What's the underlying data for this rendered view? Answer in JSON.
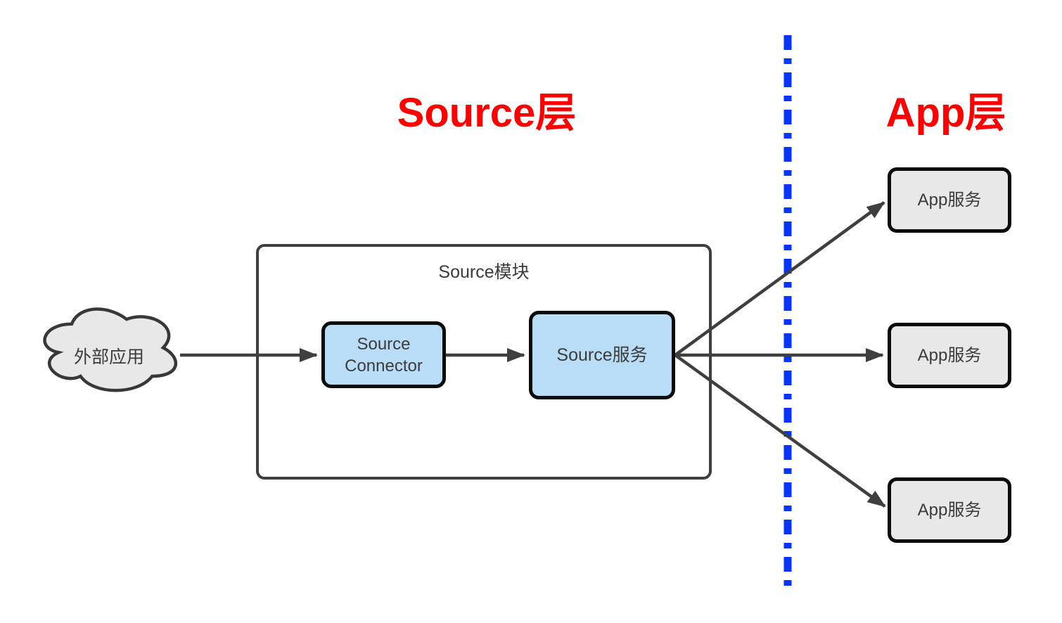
{
  "titles": {
    "source_layer": "Source层",
    "app_layer": "App层"
  },
  "cloud": {
    "label": "外部应用"
  },
  "source_module": {
    "label": "Source模块",
    "connector": {
      "label": "Source Connector",
      "lines": [
        "Source",
        "Connector"
      ]
    },
    "service": {
      "label": "Source服务"
    }
  },
  "app_services": [
    {
      "label": "App服务"
    },
    {
      "label": "App服务"
    },
    {
      "label": "App服务"
    }
  ],
  "colors": {
    "title_red": "#ff0000",
    "divider_blue": "#0534ff",
    "node_blue_fill": "#b9ddf7",
    "node_gray_fill": "#e8e8e8",
    "stroke_dark": "#3f3f3f"
  }
}
